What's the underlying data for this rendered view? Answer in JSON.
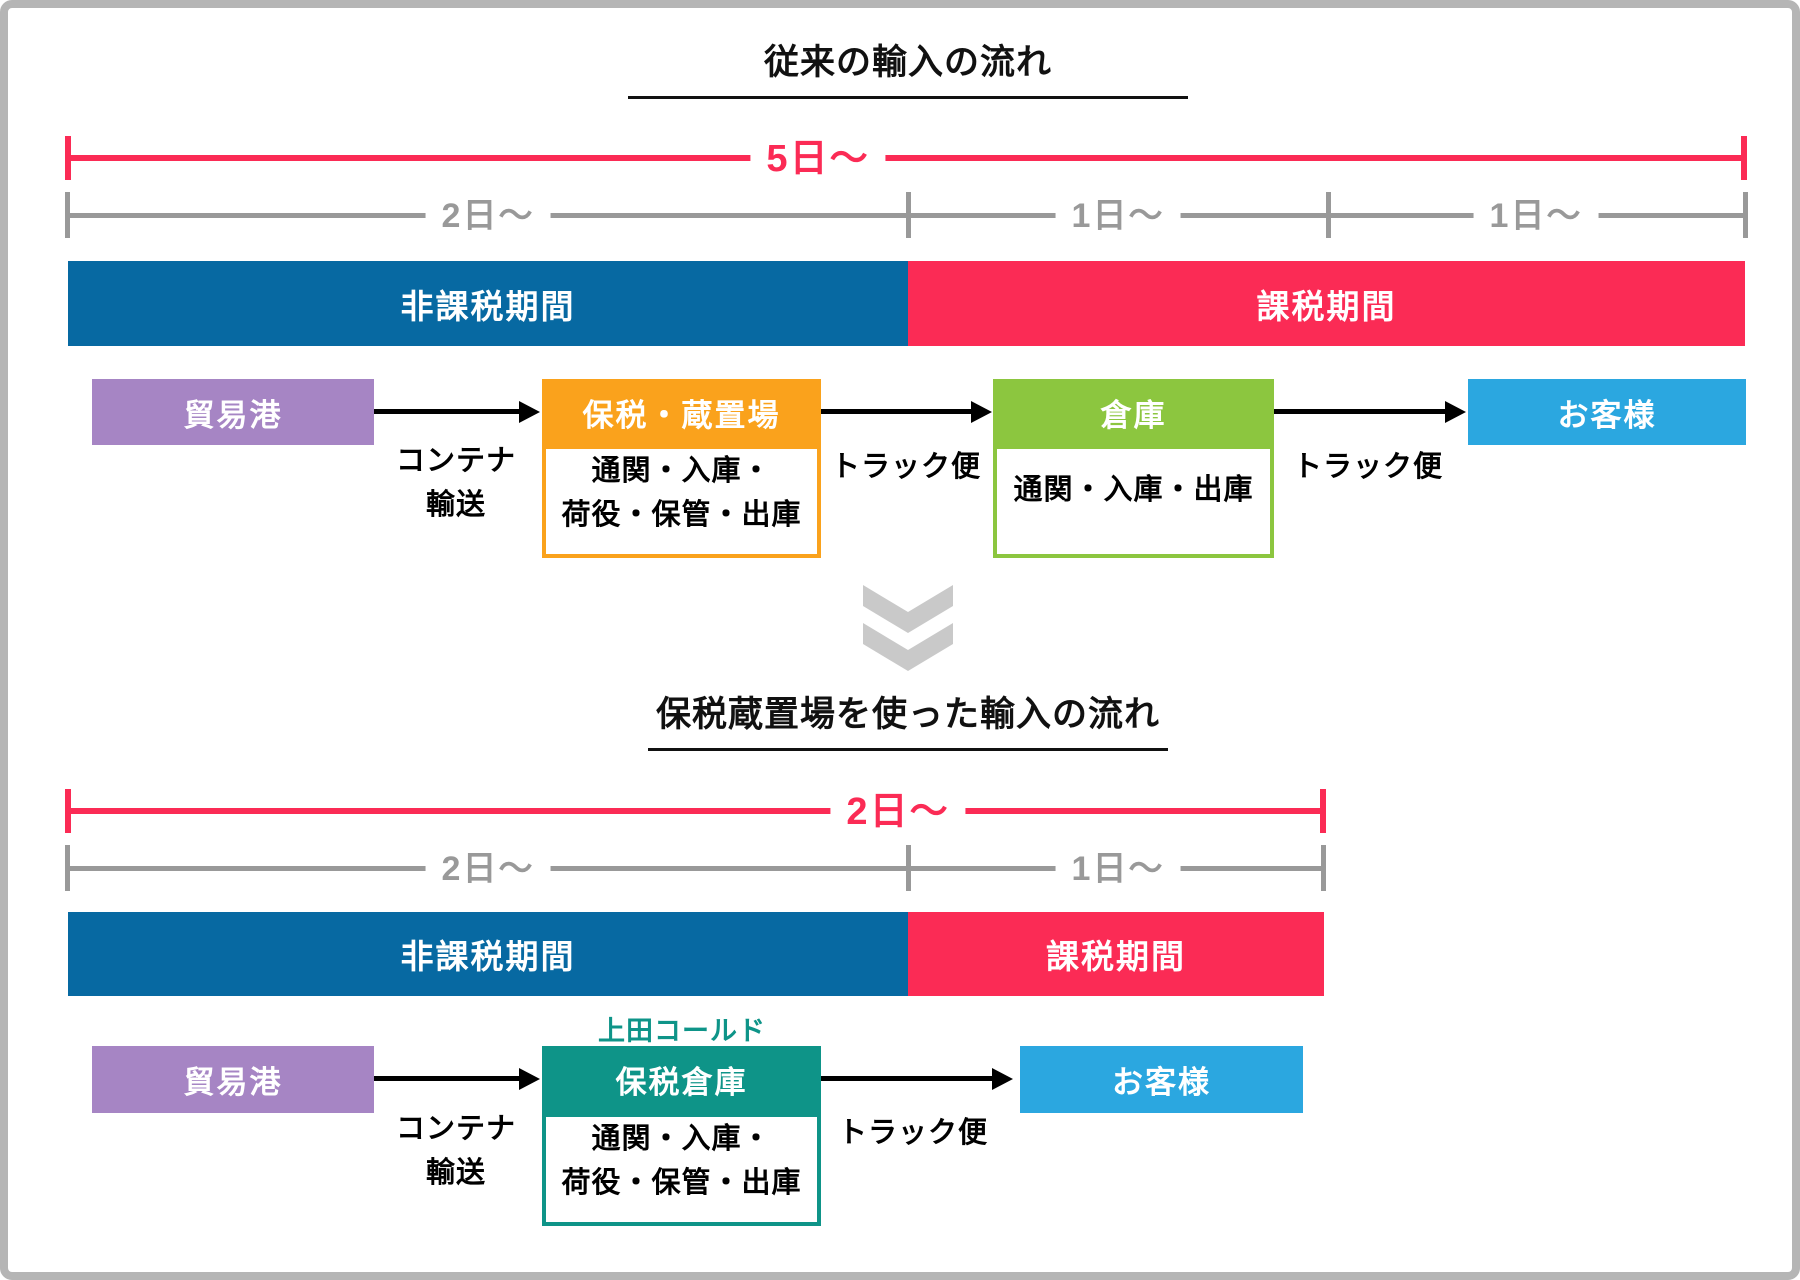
{
  "colors": {
    "untaxed_blue": "#0769a2",
    "taxed_red": "#fb2b55",
    "purple": "#a685c4",
    "orange": "#faa21c",
    "green": "#8cc63f",
    "light_blue": "#2ba7e0",
    "teal": "#0e9488",
    "gray_line": "#999999",
    "chevron_gray": "#c9c9c9"
  },
  "diagrams": [
    {
      "title": "従来の輸入の流れ",
      "bracket": {
        "total": "5日〜",
        "segments": [
          "2日〜",
          "1日〜",
          "1日〜"
        ]
      },
      "bars": {
        "untaxed": "非課税期間",
        "taxed": "課税期間"
      },
      "nodes": {
        "port": "貿易港",
        "bonded": {
          "name": "保税・蔵置場",
          "detail_line1": "通関・入庫・",
          "detail_line2": "荷役・保管・出庫"
        },
        "warehouse": {
          "name": "倉庫",
          "detail": "通関・入庫・出庫"
        },
        "customer": "お客様"
      },
      "transports": {
        "container_line1": "コンテナ",
        "container_line2": "輸送",
        "truck1": "トラック便",
        "truck2": "トラック便"
      }
    },
    {
      "title": "保税蔵置場を使った輸入の流れ",
      "bracket": {
        "total": "2日〜",
        "segments": [
          "2日〜",
          "1日〜"
        ]
      },
      "bars": {
        "untaxed": "非課税期間",
        "taxed": "課税期間"
      },
      "company_label": "上田コールド",
      "nodes": {
        "port": "貿易港",
        "bonded_warehouse": {
          "name": "保税倉庫",
          "detail_line1": "通関・入庫・",
          "detail_line2": "荷役・保管・出庫"
        },
        "customer": "お客様"
      },
      "transports": {
        "container_line1": "コンテナ",
        "container_line2": "輸送",
        "truck": "トラック便"
      }
    }
  ]
}
